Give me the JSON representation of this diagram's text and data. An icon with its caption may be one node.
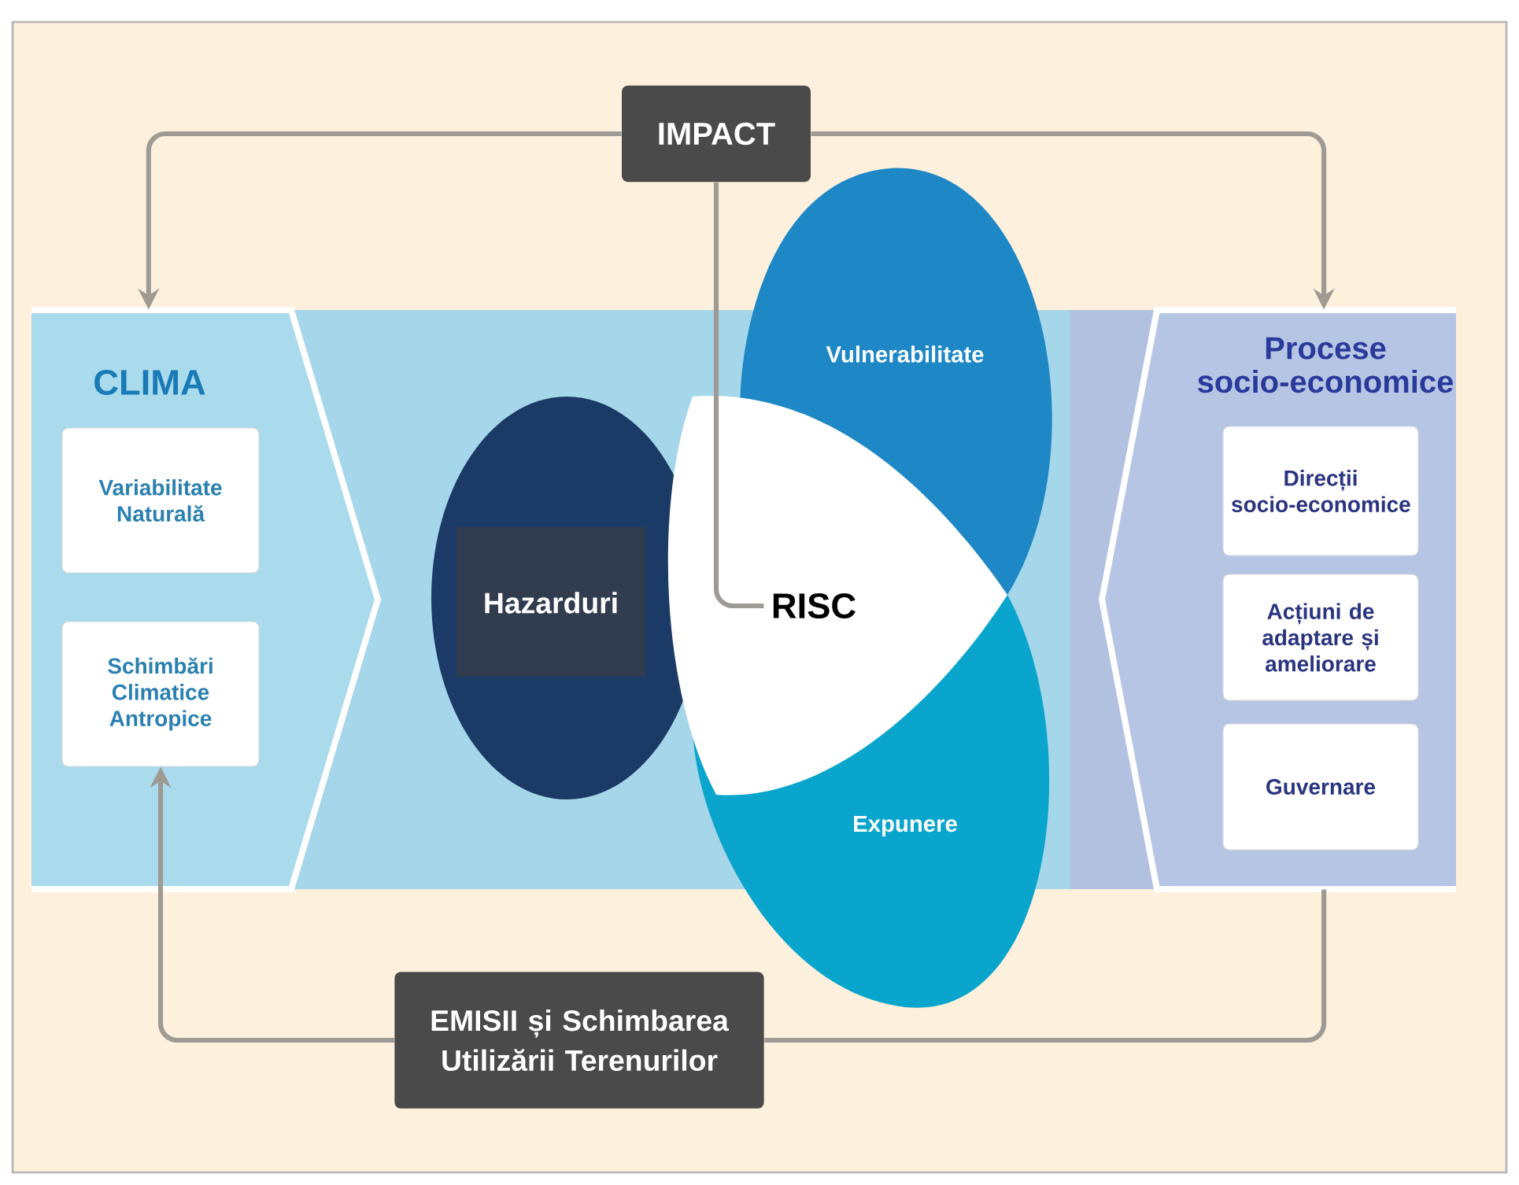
{
  "diagram": {
    "nodes": [
      {
        "text": [
          "IMPACT"
        ]
      },
      {
        "text": [
          "CLIMA"
        ]
      },
      {
        "text": [
          "Variabilitate Naturală"
        ],
        "in": 1
      },
      {
        "text": [
          "Schimbări Climatice Antropice"
        ],
        "in": 1
      },
      {
        "text": [
          "Procese socio-economice"
        ]
      },
      {
        "text": [
          "Direcții socio-economice"
        ],
        "in": 4
      },
      {
        "text": [
          "Acțiuni de adaptare și ameliorare"
        ],
        "in": 4
      },
      {
        "text": [
          "Guvernare"
        ],
        "in": 4
      },
      {
        "text": [
          "Hazarduri"
        ]
      },
      {
        "text": [
          "Vulnerabilitate"
        ]
      },
      {
        "text": [
          "Expunere"
        ]
      },
      {
        "text": [
          "RISC"
        ]
      },
      {
        "text": [
          "EMISII și Schimbarea Utilizării Terenurilor"
        ]
      }
    ],
    "edges": [
      {
        "from": 0,
        "to": 1,
        "arrow": "to"
      },
      {
        "from": 0,
        "to": 4,
        "arrow": "to"
      },
      {
        "from": 0,
        "to": 11,
        "arrow": "none"
      },
      {
        "from": 4,
        "to": 12,
        "arrow": "none"
      },
      {
        "from": 12,
        "to": 3,
        "arrow": "to"
      }
    ]
  }
}
